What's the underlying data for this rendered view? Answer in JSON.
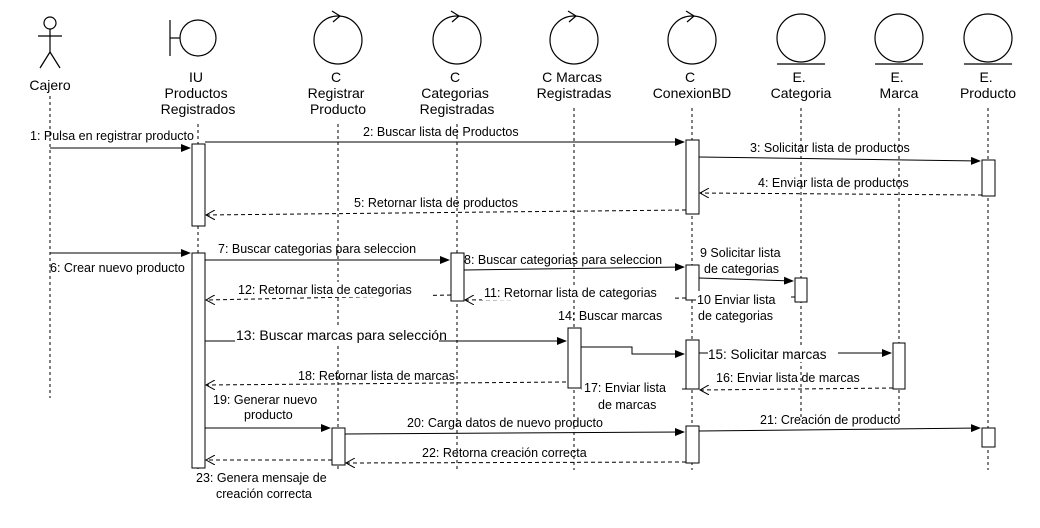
{
  "participants": [
    {
      "id": "cajero",
      "type": "actor",
      "lines": [
        "Cajero"
      ]
    },
    {
      "id": "iu",
      "type": "boundary",
      "lines": [
        "IU",
        "Productos",
        "Registrados"
      ]
    },
    {
      "id": "c-registrar",
      "type": "control",
      "lines": [
        "C",
        "Registrar",
        "Producto"
      ]
    },
    {
      "id": "c-categorias",
      "type": "control",
      "lines": [
        "C",
        "Categorias",
        "Registradas"
      ]
    },
    {
      "id": "c-marcas",
      "type": "control",
      "lines": [
        "C Marcas",
        "Registradas"
      ]
    },
    {
      "id": "c-conexion",
      "type": "control",
      "lines": [
        "C",
        "ConexionBD"
      ]
    },
    {
      "id": "e-categoria",
      "type": "entity",
      "lines": [
        "E.",
        "Categoria"
      ]
    },
    {
      "id": "e-marca",
      "type": "entity",
      "lines": [
        "E.",
        "Marca"
      ]
    },
    {
      "id": "e-producto",
      "type": "entity",
      "lines": [
        "E.",
        "Producto"
      ]
    }
  ],
  "messages": [
    {
      "n": 1,
      "lines": [
        "1: Pulsa en registrar producto"
      ]
    },
    {
      "n": 2,
      "lines": [
        "2: Buscar lista de Productos"
      ]
    },
    {
      "n": 3,
      "lines": [
        "3: Solicitar lista de productos"
      ]
    },
    {
      "n": 4,
      "lines": [
        "4: Enviar lista de productos"
      ]
    },
    {
      "n": 5,
      "lines": [
        "5: Retornar lista de productos"
      ]
    },
    {
      "n": 6,
      "lines": [
        "6: Crear nuevo producto"
      ]
    },
    {
      "n": 7,
      "lines": [
        "7: Buscar categorias para seleccion"
      ]
    },
    {
      "n": 8,
      "lines": [
        "8: Buscar categorias para seleccion"
      ]
    },
    {
      "n": 9,
      "lines": [
        "9 Solicitar lista",
        "de categorias"
      ]
    },
    {
      "n": 10,
      "lines": [
        "10 Enviar lista",
        "de categorias"
      ]
    },
    {
      "n": 11,
      "lines": [
        "11: Retornar lista de categorias"
      ]
    },
    {
      "n": 12,
      "lines": [
        "12: Retornar lista de categorias"
      ]
    },
    {
      "n": 13,
      "lines": [
        "13: Buscar marcas para selección"
      ]
    },
    {
      "n": 14,
      "lines": [
        "14: Buscar marcas"
      ]
    },
    {
      "n": 15,
      "lines": [
        "15: Solicitar marcas"
      ]
    },
    {
      "n": 16,
      "lines": [
        "16: Enviar lista de marcas"
      ]
    },
    {
      "n": 17,
      "lines": [
        "17: Enviar lista",
        "de marcas"
      ]
    },
    {
      "n": 18,
      "lines": [
        "18: Retornar lista de marcas"
      ]
    },
    {
      "n": 19,
      "lines": [
        "19: Generar nuevo",
        "producto"
      ]
    },
    {
      "n": 20,
      "lines": [
        "20: Carga datos de nuevo producto"
      ]
    },
    {
      "n": 21,
      "lines": [
        "21: Creación de producto"
      ]
    },
    {
      "n": 22,
      "lines": [
        "22: Retorna creación correcta"
      ]
    },
    {
      "n": 23,
      "lines": [
        "23: Genera mensaje de",
        "creación correcta"
      ]
    }
  ]
}
